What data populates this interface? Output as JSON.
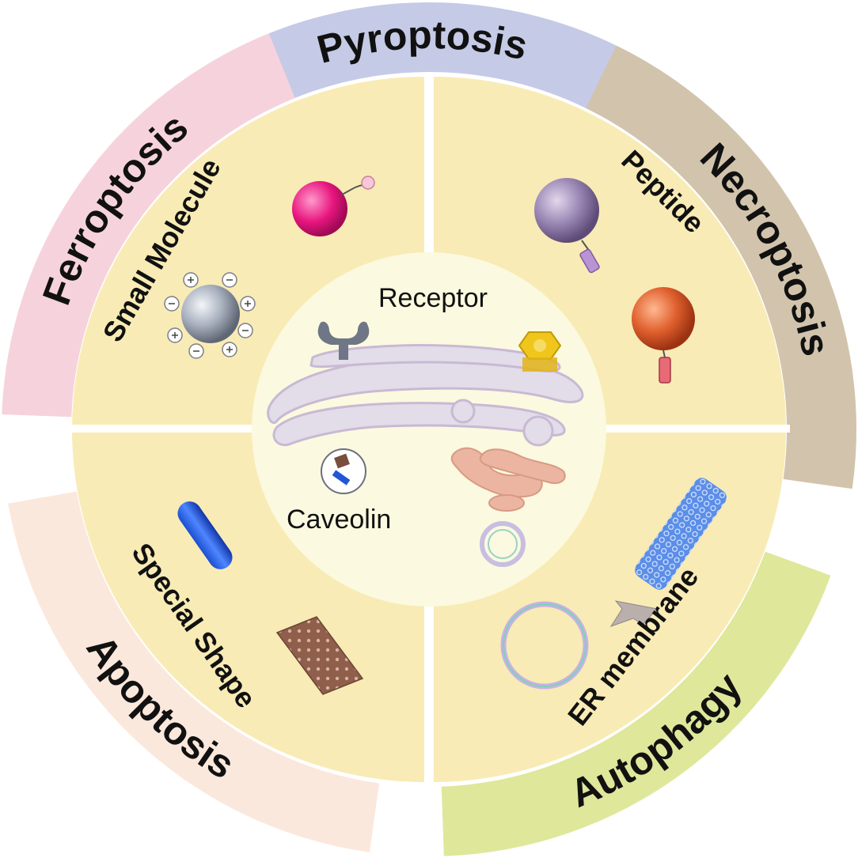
{
  "outer_ring": [
    {
      "label": "Pyroptosis",
      "color": "#c5cae6"
    },
    {
      "label": "Necroptosis",
      "color": "#d2c4ac"
    },
    {
      "label": "Autophagy",
      "color": "#dfe79a"
    },
    {
      "label": "Apoptosis",
      "color": "#fbe8dc"
    },
    {
      "label": "Ferroptosis",
      "color": "#f6d3dc"
    }
  ],
  "quadrants": [
    {
      "label": "Small Molecule"
    },
    {
      "label": "Peptide"
    },
    {
      "label": "ER membrane"
    },
    {
      "label": "Special Shape"
    }
  ],
  "quadrant_color": "#f8ebb5",
  "center": {
    "receptor_label": "Receptor",
    "caveolin_label": "Caveolin",
    "color": "#fbf9df"
  }
}
